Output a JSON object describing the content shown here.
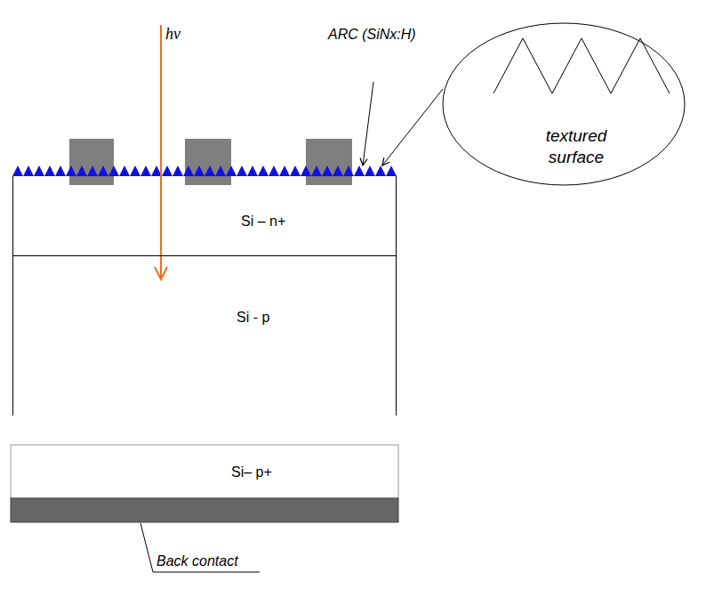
{
  "diagram": {
    "nodes": [
      {
        "text": [
          "Si – n+"
        ]
      },
      {
        "text": [
          "Si - p"
        ]
      },
      {
        "text": [
          "Si– p+"
        ]
      },
      {
        "text": [
          "textured surface"
        ]
      }
    ],
    "labels": [
      "hν",
      "ARC (SiNx:H)",
      "Back contact"
    ]
  }
}
